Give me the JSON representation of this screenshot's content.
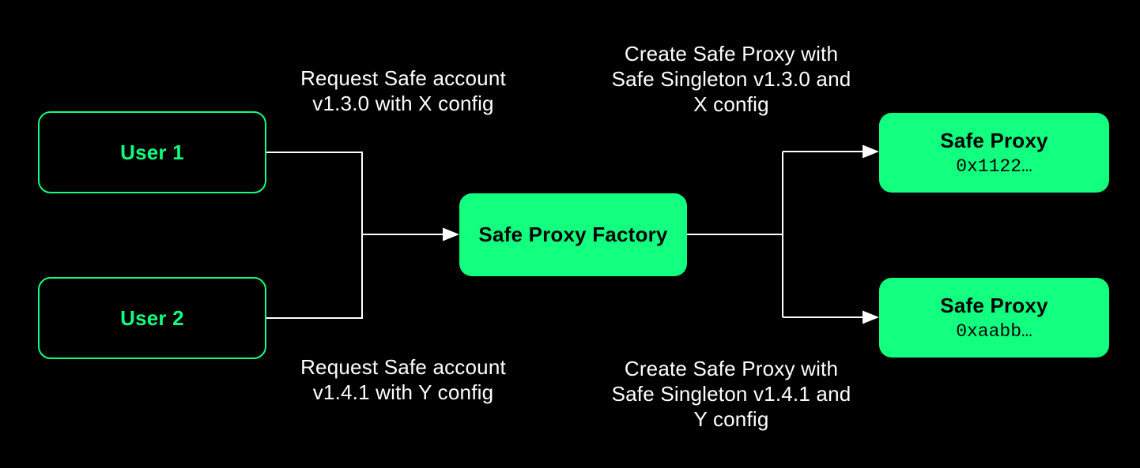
{
  "colors": {
    "background": "#000000",
    "accent_green": "#12FF80",
    "connector": "#FFFFFF",
    "annotation_text": "#FFFFFF",
    "node_dark_text": "#050505"
  },
  "nodes": {
    "user1": {
      "label": "User 1"
    },
    "user2": {
      "label": "User 2"
    },
    "factory": {
      "label": "Safe Proxy Factory"
    },
    "proxy1": {
      "title": "Safe Proxy",
      "address": "0x1122…"
    },
    "proxy2": {
      "title": "Safe Proxy",
      "address": "0xaabb…"
    }
  },
  "annotations": {
    "top_left": {
      "line1": "Request Safe account",
      "line2": "v1.3.0 with X config"
    },
    "bottom_left": {
      "line1": "Request Safe account",
      "line2": "v1.4.1 with Y config"
    },
    "top_right": {
      "line1": "Create Safe Proxy with",
      "line2": "Safe Singleton v1.3.0 and",
      "line3": "X config"
    },
    "bottom_right": {
      "line1": "Create Safe Proxy with",
      "line2": "Safe Singleton v1.4.1 and",
      "line3": "Y config"
    }
  }
}
